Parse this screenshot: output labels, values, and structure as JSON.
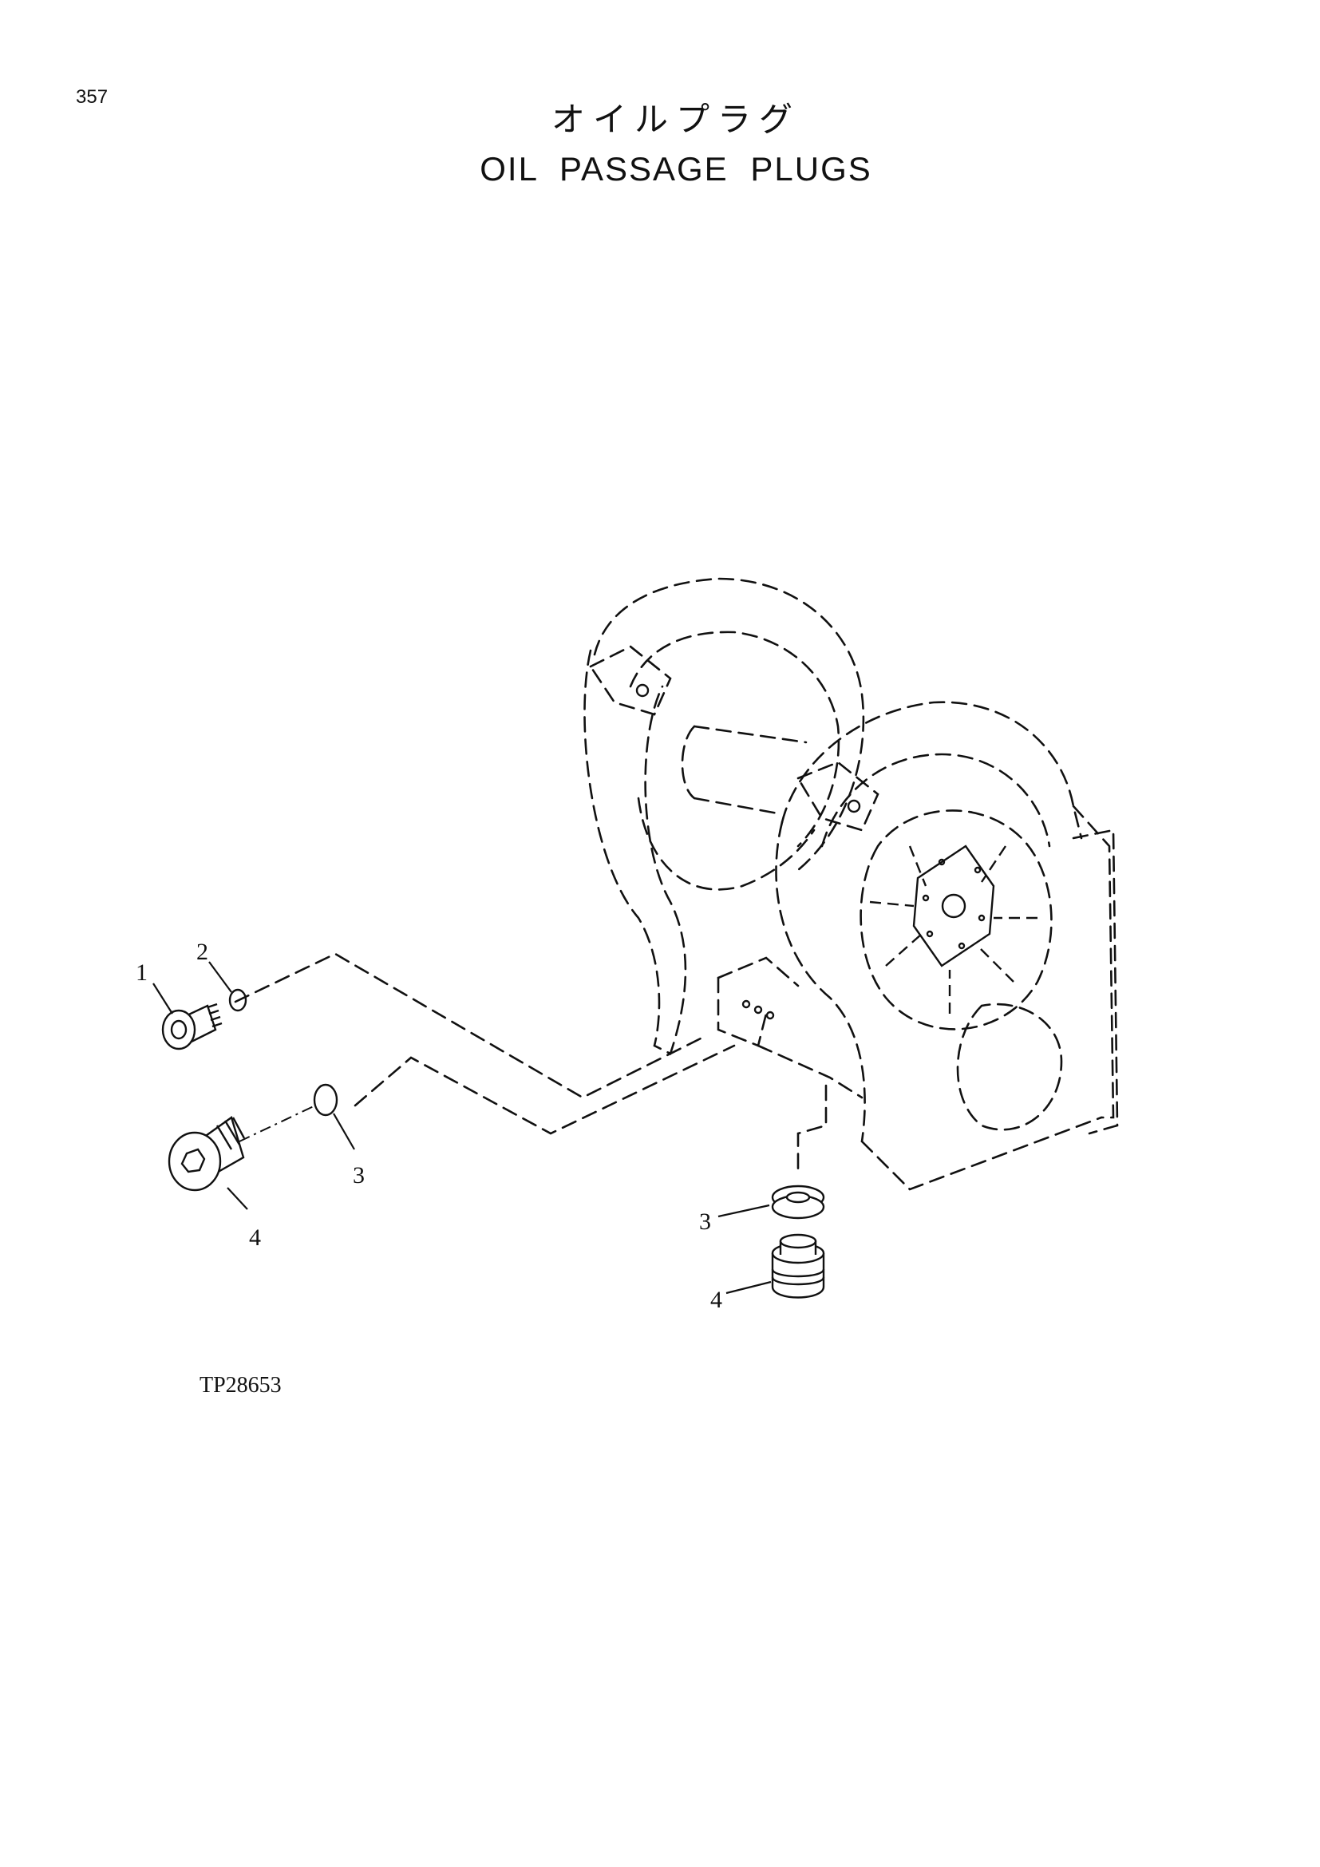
{
  "page": {
    "number": "357"
  },
  "title": {
    "japanese": "オイルプラグ",
    "english": "OIL PASSAGE PLUGS"
  },
  "callouts": [
    "1",
    "2",
    "3",
    "4",
    "3",
    "4"
  ],
  "drawing_number": "TP28653"
}
